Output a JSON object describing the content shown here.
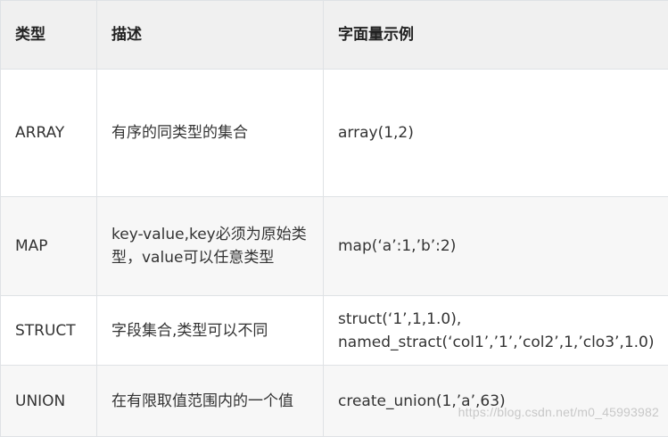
{
  "header": {
    "type": "类型",
    "desc": "描述",
    "example": "字面量示例"
  },
  "rows": [
    {
      "type": "ARRAY",
      "desc": "有序的同类型的集合",
      "example": "array(1,2)"
    },
    {
      "type": "MAP",
      "desc": "key-value,key必须为原始类型，value可以任意类型",
      "example": "map(‘a’:1,’b’:2)"
    },
    {
      "type": "STRUCT",
      "desc": "字段集合,类型可以不同",
      "example_lines": [
        "struct(‘1’,1,1.0),",
        "named_stract(‘col1’,’1’,’col2’,1,’clo3’,1.0)"
      ]
    },
    {
      "type": "UNION",
      "desc": "在有限取值范围内的一个值",
      "example": "create_union(1,’a’,63)"
    }
  ],
  "watermark": "https://blog.csdn.net/m0_45993982"
}
